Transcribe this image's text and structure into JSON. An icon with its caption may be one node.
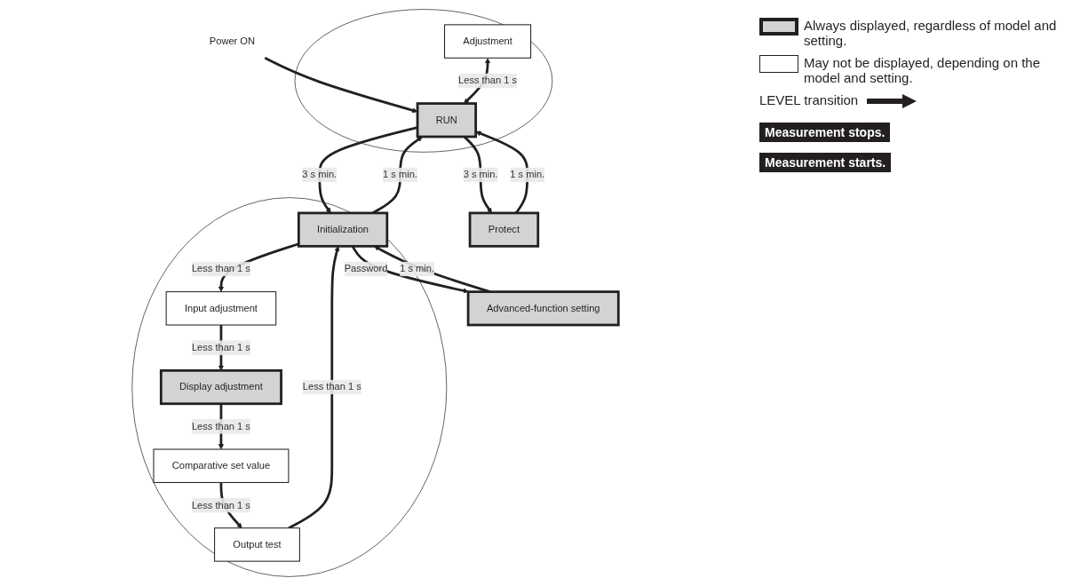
{
  "diagram": {
    "nodes": [
      {
        "text": [
          "Power ON"
        ]
      },
      {
        "text": [],
        "shape": "ellipse"
      },
      {
        "text": [
          "Adjustment"
        ],
        "in": 1
      },
      {
        "text": [
          "RUN"
        ],
        "in": 1
      },
      {
        "text": [
          "Protect"
        ]
      },
      {
        "text": [],
        "shape": "ellipse"
      },
      {
        "text": [
          "Initialization"
        ],
        "in": 5
      },
      {
        "text": [
          "Input adjustment"
        ],
        "in": 5
      },
      {
        "text": [
          "Display adjustment"
        ],
        "in": 5
      },
      {
        "text": [
          "Comparative set value"
        ],
        "in": 5
      },
      {
        "text": [
          "Output test"
        ],
        "in": 5
      },
      {
        "text": [
          "Advanced-function setting"
        ]
      }
    ],
    "edges": [
      {
        "from": 0,
        "to": 3,
        "arrow": "to"
      },
      {
        "from": 2,
        "to": 3,
        "arrow": "both",
        "label": "Less than 1 s"
      },
      {
        "from": 3,
        "to": 4,
        "arrow": "to",
        "label": "3 s min."
      },
      {
        "from": 4,
        "to": 3,
        "arrow": "to",
        "label": "1 s min."
      },
      {
        "from": 3,
        "to": 6,
        "arrow": "to",
        "label": "3 s min."
      },
      {
        "from": 6,
        "to": 3,
        "arrow": "to",
        "label": "1 s min."
      },
      {
        "from": 6,
        "to": 7,
        "arrow": "to",
        "label": "Less than 1 s"
      },
      {
        "from": 7,
        "to": 8,
        "arrow": "to",
        "label": "Less than 1 s"
      },
      {
        "from": 8,
        "to": 9,
        "arrow": "to",
        "label": "Less than 1 s"
      },
      {
        "from": 9,
        "to": 10,
        "arrow": "to",
        "label": "Less than 1 s"
      },
      {
        "from": 10,
        "to": 6,
        "arrow": "to",
        "label": "Less than 1 s"
      },
      {
        "from": 6,
        "to": 11,
        "arrow": "to",
        "label": "Password"
      },
      {
        "from": 11,
        "to": 6,
        "arrow": "to",
        "label": "1 s min."
      }
    ],
    "labels": [
      "Measurement stops.",
      "Measurement starts."
    ],
    "legend": [
      {
        "text": "Always displayed, regardless of model and setting.",
        "color": "#d1d3d4"
      },
      {
        "text": "May not be displayed, depending on the model and setting.",
        "color": "#ffffff"
      },
      {
        "text": "LEVEL transition"
      }
    ]
  }
}
